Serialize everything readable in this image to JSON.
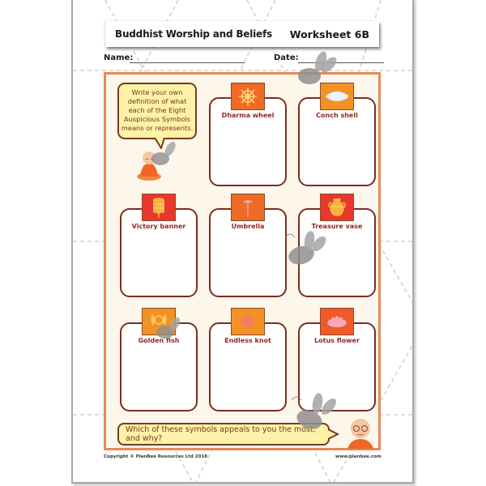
{
  "header": {
    "title": "Buddhist Worship and Beliefs",
    "worksheet": "Worksheet 6B"
  },
  "fields": {
    "name_label": "Name:",
    "name_value": "",
    "date_label": "Date:",
    "date_value": ""
  },
  "instructions": {
    "intro": "Write your own definition of what each of the Eight Auspicious Symbols means or represents.",
    "question": "Which of these symbols appeals to you the most, and why?"
  },
  "symbols": [
    {
      "label": "Dharma wheel",
      "icon": "dharma-wheel-icon",
      "bg": "#ef6a24"
    },
    {
      "label": "Conch shell",
      "icon": "conch-shell-icon",
      "bg": "#f39224"
    },
    {
      "label": "Victory banner",
      "icon": "victory-banner-icon",
      "bg": "#e8382c"
    },
    {
      "label": "Umbrella",
      "icon": "umbrella-icon",
      "bg": "#ef6a24"
    },
    {
      "label": "Treasure vase",
      "icon": "treasure-vase-icon",
      "bg": "#e8382c"
    },
    {
      "label": "Golden fish",
      "icon": "golden-fish-icon",
      "bg": "#f39224"
    },
    {
      "label": "Endless knot",
      "icon": "endless-knot-icon",
      "bg": "#f39224"
    },
    {
      "label": "Lotus flower",
      "icon": "lotus-flower-icon",
      "bg": "#ef5a28"
    }
  ],
  "footer": {
    "copyright": "Copyright © PlanBee Resources Ltd 2018",
    "website": "www.planbee.com"
  },
  "colors": {
    "frame_border": "#e48a5a",
    "frame_bg": "#fdf6ea",
    "card_border": "#7a2e22",
    "label_text": "#8e2a22",
    "bubble_bg": "#fff1a8"
  }
}
